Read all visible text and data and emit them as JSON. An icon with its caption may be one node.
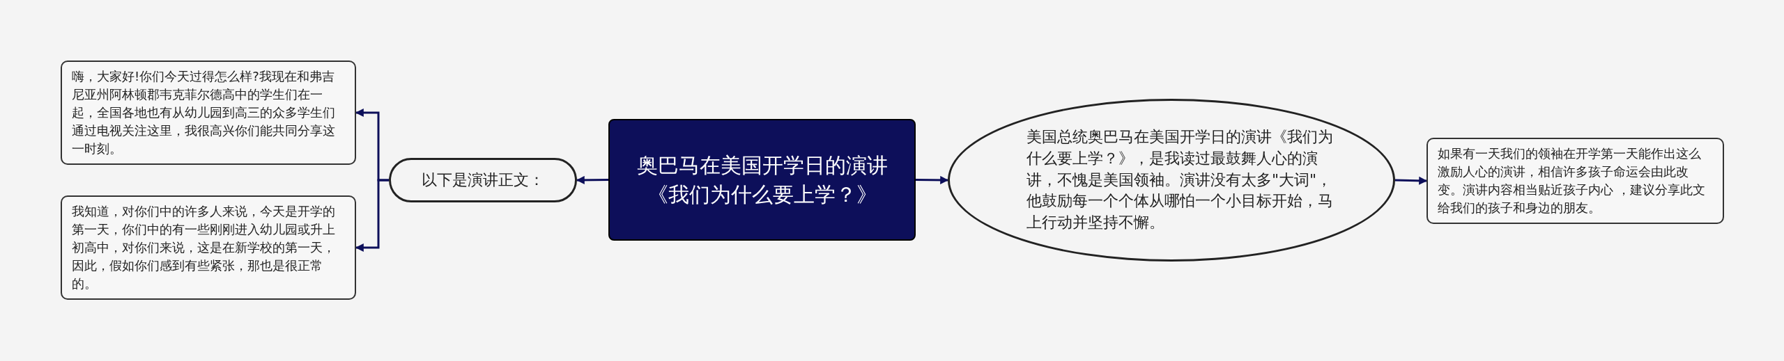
{
  "diagram": {
    "nodes": [
      {
        "text": [
          "奥巴马在美国开学日的演讲《我们为什么要上学？》"
        ]
      },
      {
        "text": [
          "以下是演讲正文："
        ]
      },
      {
        "text": [
          "嗨，大家好!你们今天过得怎么样?我现在和弗吉尼亚州阿林顿郡韦克菲尔德高中的学生们在一起，全国各地也有从幼儿园到高三的众多学生们通过电视关注这里，我很高兴你们能共同分享这一时刻。"
        ]
      },
      {
        "text": [
          "我知道，对你们中的许多人来说，今天是开学的第一天，你们中的有一些刚刚进入幼儿园或升上初高中，对你们来说，这是在新学校的第一天，因此，假如你们感到有些紧张，那也是很正常的。"
        ]
      },
      {
        "text": [
          "美国总统奥巴马在美国开学日的演讲《我们为什么要上学？》，是我读过最鼓舞人心的演讲，不愧是美国领袖。演讲没有太多\"大词\"，他鼓励每一个个体从哪怕一个小目标开始，马上行动并坚持不懈。"
        ]
      },
      {
        "text": [
          "如果有一天我们的领袖在开学第一天能作出这么激励人心的演讲，相信许多孩子命运会由此改变。演讲内容相当贴近孩子内心 ，建议分享此文给我们的孩子和身边的朋友。"
        ]
      }
    ],
    "edges": [
      {
        "from": 0,
        "to": 1,
        "arrow": "to"
      },
      {
        "from": 1,
        "to": 2,
        "arrow": "to"
      },
      {
        "from": 1,
        "to": 3,
        "arrow": "to"
      },
      {
        "from": 0,
        "to": 4,
        "arrow": "to"
      },
      {
        "from": 4,
        "to": 5,
        "arrow": "to"
      }
    ]
  }
}
